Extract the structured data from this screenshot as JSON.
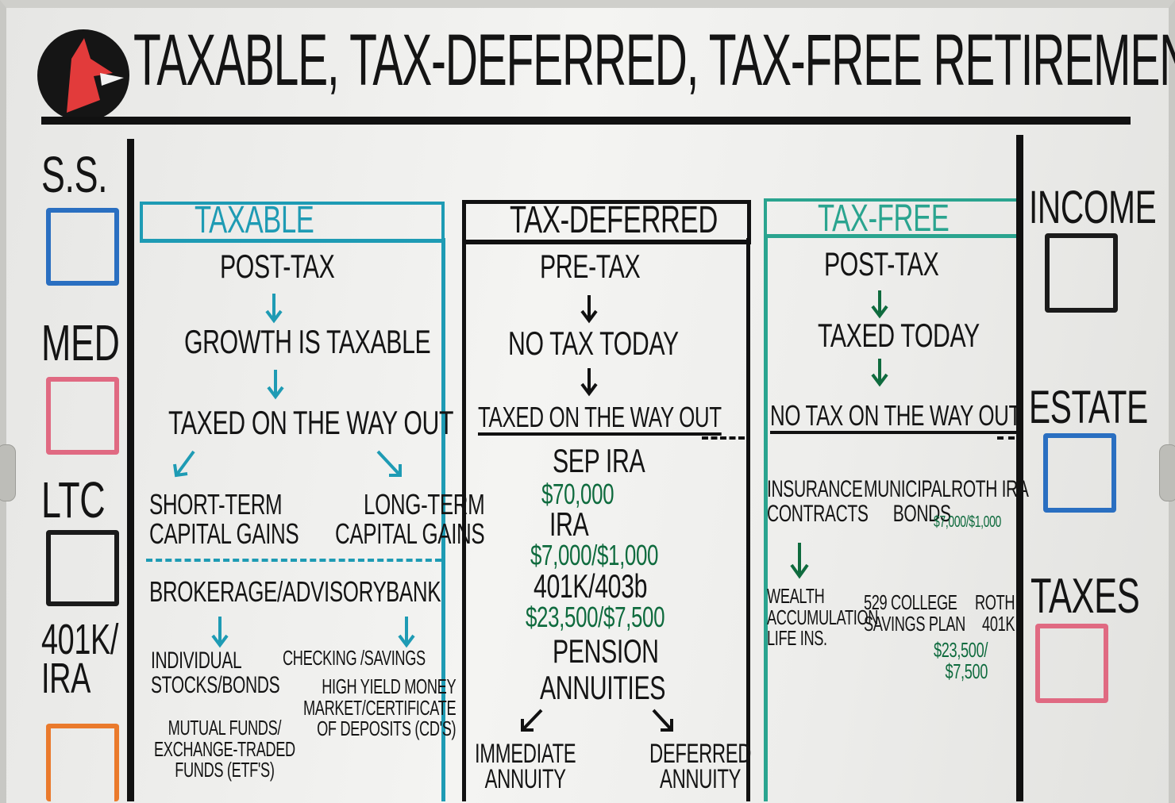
{
  "title": "TAXABLE, TAX-DEFERRED, TAX-FREE RETIREMENT SAVINGS",
  "colors": {
    "ink": "#141414",
    "teal": "#1e9bb4",
    "green": "#0f6b3e",
    "mint": "#2aa48f",
    "logo_red": "#e23b3b",
    "blue_box": "#2a6fc1",
    "pink_box": "#e06a82",
    "orange_box": "#ea7a2c"
  },
  "icons": {
    "logo": "cardinal-bird-logo",
    "arrow": "hand-drawn-arrow"
  },
  "left_column": {
    "ss": "S.S.",
    "med": "MED",
    "ltc": "LTC",
    "k401_ira": "401K/\nIRA"
  },
  "right_column": {
    "income": "INCOME",
    "estate": "ESTATE",
    "taxes": "TAXES"
  },
  "taxable": {
    "header": "TAXABLE",
    "post_tax": "POST-TAX",
    "growth": "GROWTH IS TAXABLE",
    "taxed_out": "TAXED ON THE WAY OUT",
    "short_term": "SHORT-TERM\nCAPITAL GAINS",
    "long_term": "LONG-TERM\nCAPITAL GAINS",
    "brokerage": "BROKERAGE/ADVISORY",
    "bank": "BANK",
    "individual": "INDIVIDUAL\nSTOCKS/BONDS",
    "checking": "CHECKING /SAVINGS",
    "high_yield": "HIGH YIELD MONEY\nMARKET/CERTIFICATE\nOF DEPOSITS (CD'S)",
    "mutual": "MUTUAL FUNDS/\nEXCHANGE-TRADED\nFUNDS (ETF'S)"
  },
  "tax_deferred": {
    "header": "TAX-DEFERRED",
    "pre_tax": "PRE-TAX",
    "no_tax_today": "NO TAX TODAY",
    "taxed_out": "TAXED ON THE WAY OUT",
    "sep_ira": "SEP IRA",
    "sep_amount": "$70,000",
    "ira": "IRA",
    "ira_amount": "$7,000/$1,000",
    "k401": "401K/403b",
    "k401_amount": "$23,500/$7,500",
    "pension": "PENSION",
    "annuities": "ANNUITIES",
    "immediate": "IMMEDIATE\nANNUITY",
    "deferred": "DEFERRED\nANNUITY"
  },
  "tax_free": {
    "header": "TAX-FREE",
    "post_tax": "POST-TAX",
    "taxed_today": "TAXED TODAY",
    "no_tax_out": "NO TAX ON THE WAY OUT",
    "insurance": "INSURANCE\nCONTRACTS",
    "municipal": "MUNICIPAL\nBONDS",
    "roth_ira": "ROTH IRA",
    "roth_ira_amount": "$7,000/$1,000",
    "wealth": "WEALTH\nACCUMULATION\nLIFE INS.",
    "college": "529 COLLEGE\nSAVINGS PLAN",
    "roth_401k": "ROTH\n401K",
    "roth_401k_amount": "$23,500/\n$7,500"
  }
}
